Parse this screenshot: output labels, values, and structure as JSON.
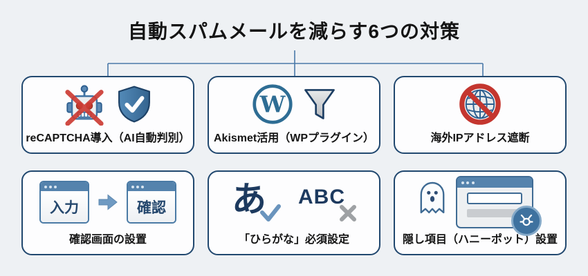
{
  "title": "自動スパムメールを減らす6つの対策",
  "colors": {
    "background": "#eef1f4",
    "card_border": "#21486f",
    "connector": "#4a79a8",
    "steel_blue": "#5583ad",
    "shield_blue": "#3f729f",
    "wordpress_blue": "#2e6d94",
    "alert_red": "#c9403a",
    "cross_gray": "#9ea1a4",
    "text": "#141414",
    "navy_text": "#1d3a5f"
  },
  "wordpress_letter": "W",
  "cards": [
    {
      "label": "reCAPTCHA導入（AI自動判別）"
    },
    {
      "label": "Akismet活用（WPプラグイン）"
    },
    {
      "label": "海外IPアドレス遮断"
    },
    {
      "label": "確認画面の設置",
      "window_input": "入力",
      "window_confirm": "確認"
    },
    {
      "label": "「ひらがな」必須設定",
      "hiragana": "あ",
      "latin": "ABC"
    },
    {
      "label": "隠し項目（ハニーポット）設置"
    }
  ]
}
